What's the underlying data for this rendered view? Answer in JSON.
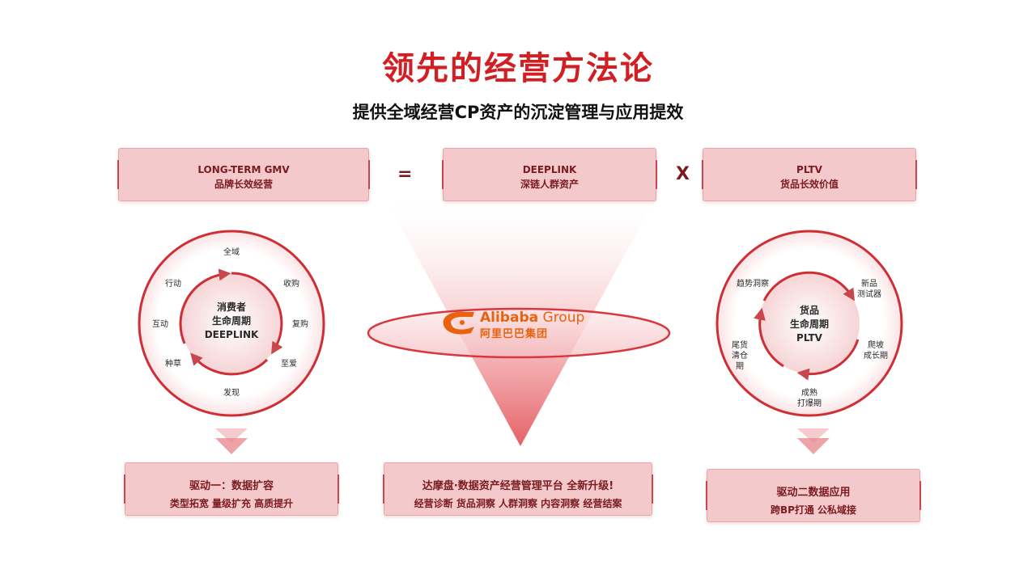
{
  "title": "领先的经营方法论",
  "subtitle": "提供全域经营CP资产的沉淀管理与应用提效",
  "formula": {
    "left": {
      "line1": "LONG-TERM GMV",
      "line2": "品牌长效经营"
    },
    "eq": "=",
    "middle": {
      "line1": "DEEPLINK",
      "line2": "深链人群资产"
    },
    "times": "X",
    "right": {
      "line1": "PLTV",
      "line2": "货品长效价值"
    }
  },
  "left_cycle": {
    "core": [
      "消费者",
      "生命周期",
      "DEEPLINK"
    ],
    "labels": [
      "全域",
      "收购",
      "复购",
      "至爱",
      "发现",
      "种草",
      "互动",
      "行动"
    ]
  },
  "right_cycle": {
    "core": [
      "货品",
      "生命周期",
      "PLTV"
    ],
    "labels": [
      "趋势洞察",
      "新品\n测试器",
      "爬坡\n成长期",
      "成熟\n打爆期",
      "尾货\n清仓\n期"
    ]
  },
  "logo": {
    "en_bold": "Alibaba",
    "en_light": " Group",
    "cn": "阿里巴巴集团"
  },
  "bottom": {
    "left": {
      "line1": "驱动一：数据扩容",
      "line2": "类型拓宽 量级扩充 高质提升"
    },
    "middle": {
      "line1": "达摩盘·数据资产经营管理平台 全新升级!",
      "line2": "经营诊断 货品洞察 人群洞察 内容洞察 经营结案"
    },
    "right": {
      "line1": "驱动二数据应用",
      "line2": "跨BP打通 公私域接"
    }
  },
  "colors": {
    "accent": "#d21f24",
    "box": "#f4c9cb",
    "text_dark": "#7a1b1f",
    "logo": "#e8620f"
  }
}
